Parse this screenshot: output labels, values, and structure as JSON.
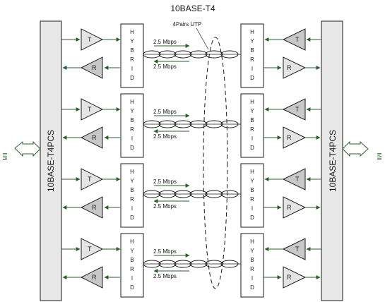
{
  "title": "10BASE-T4",
  "cable_label": "4Pairs UTP",
  "pcs_left": "10BASE-T4PCS",
  "pcs_right": "10BASE-T4PCS",
  "mii_left": "MII",
  "mii_right": "MII",
  "transmit_label": "T",
  "receive_label": "R",
  "hybrid_letters": [
    "H",
    "Y",
    "B",
    "R",
    "I",
    "D"
  ],
  "rate_top": "2.5 Mbps",
  "rate_bottom": "2.5 Mbps",
  "channel_count": 4,
  "colors": {
    "block_fill": "#e8e8e8",
    "transmit_fill": "#e4e4e4",
    "receive_fill": "#c8c8c8",
    "arrow": "#2e5e2e",
    "outline": "#1a1a1a"
  },
  "icons": [
    "triangle-transmitter-icon",
    "triangle-receiver-icon",
    "twisted-pair-icon",
    "mii-connector-icon"
  ]
}
